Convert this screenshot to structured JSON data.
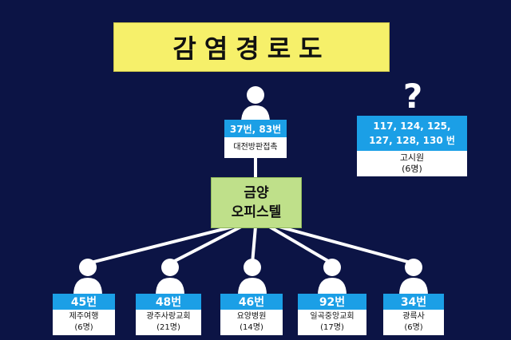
{
  "title": "감염경로도",
  "hub": {
    "line1": "금양",
    "line2": "오피스텔"
  },
  "question_mark": "?",
  "top_case": {
    "number": "37번, 83번",
    "label": "대전방판접촉"
  },
  "unknown_group": {
    "numbers_line1": "117, 124, 125,",
    "numbers_line2": "127, 128, 130 번",
    "label": "고시원",
    "count": "(6명)"
  },
  "cases": [
    {
      "number": "45번",
      "label": "제주여행",
      "count": "(6명)"
    },
    {
      "number": "48번",
      "label": "광주사랑교회",
      "count": "(21명)"
    },
    {
      "number": "46번",
      "label": "요양병원",
      "count": "(14명)"
    },
    {
      "number": "92번",
      "label": "일곡중앙교회",
      "count": "(17명)"
    },
    {
      "number": "34번",
      "label": "광륵사",
      "count": "(6명)"
    }
  ],
  "colors": {
    "background": "#0c1445",
    "title_bg": "#f6f06a",
    "hub_bg": "#bfe08a",
    "number_bg": "#1b9fe6"
  }
}
